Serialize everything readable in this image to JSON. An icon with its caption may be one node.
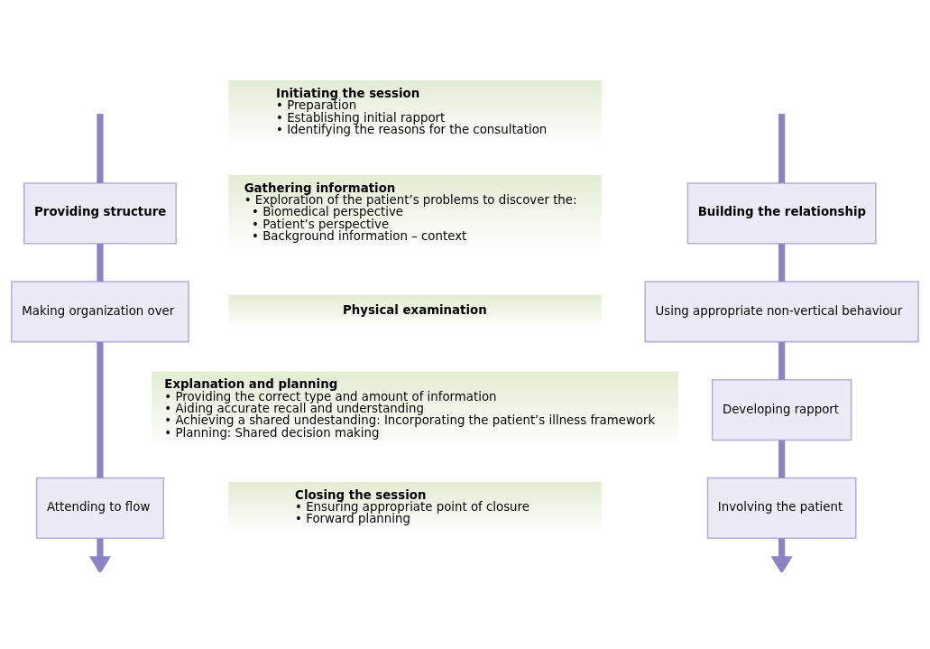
{
  "diagram": {
    "nodes": [
      {
        "text": [
          "Providing structure"
        ]
      },
      {
        "text": [
          "Making organization over"
        ]
      },
      {
        "text": [
          "Attending to flow"
        ]
      },
      {
        "text": [
          "Initiating the session",
          "• Preparation",
          "• Establishing initial rapport",
          "• Identifying the reasons for the consultation"
        ]
      },
      {
        "text": [
          "Gathering information",
          "• Exploration of the patient’s problems to discover the:",
          "• Biomedical perspective",
          "• Patient’s perspective",
          "• Background information – context"
        ]
      },
      {
        "text": [
          "Physical examination"
        ]
      },
      {
        "text": [
          "Explanation and planning",
          "• Providing the correct type and amount of information",
          "• Aiding accurate recall and understanding",
          "• Achieving a shared undestanding: Incorporating the patient’s illness framework",
          "• Planning: Shared decision making"
        ]
      },
      {
        "text": [
          "Closing the session",
          "• Ensuring appropriate point of closure",
          "• Forward planning"
        ]
      },
      {
        "text": [
          "Building the relationship"
        ]
      },
      {
        "text": [
          "Using appropriate non-vertical behaviour"
        ]
      },
      {
        "text": [
          "Developing rapport"
        ]
      },
      {
        "text": [
          "Involving the patient"
        ]
      }
    ],
    "edges": [
      {
        "from": null,
        "to": 0,
        "arrow": "none"
      },
      {
        "from": 0,
        "to": 1,
        "arrow": "none"
      },
      {
        "from": 1,
        "to": 2,
        "arrow": "none"
      },
      {
        "from": 2,
        "to": null,
        "arrow": "to"
      },
      {
        "from": null,
        "to": 8,
        "arrow": "none"
      },
      {
        "from": 8,
        "to": 9,
        "arrow": "none"
      },
      {
        "from": 9,
        "to": 10,
        "arrow": "none"
      },
      {
        "from": 10,
        "to": 11,
        "arrow": "none"
      },
      {
        "from": 11,
        "to": null,
        "arrow": "to"
      }
    ]
  }
}
